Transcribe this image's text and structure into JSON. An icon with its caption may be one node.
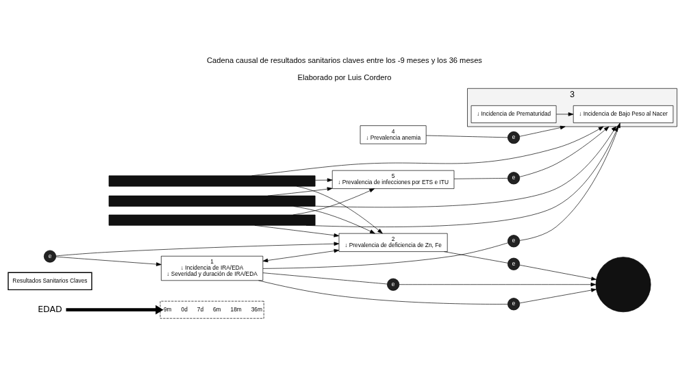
{
  "diagram": {
    "title": "Cadena causal de resultados sanitarios claves entre los -9 meses y los 36 meses",
    "caption": "Elaborado por Luis Cordero",
    "nodes": [
      {
        "text": [
          "EDAD"
        ]
      },
      {
        "text": [
          "-9m",
          "0d",
          "7d",
          "6m",
          "18m",
          "36m"
        ]
      },
      {
        "text": [
          "Resultados Sanitarios Claves"
        ]
      },
      {
        "text": [
          "4",
          "↓ Prevalencia anemia"
        ]
      },
      {
        "text": [
          "5",
          "↓ Prevalencia de infecciones por ETS e ITU"
        ]
      },
      {
        "text": [
          "3"
        ]
      },
      {
        "text": [
          "↓ Incidencia de Bajo Peso al Nacer"
        ],
        "in": 5
      },
      {
        "text": [
          "↓ Incidencia de Prematuridad"
        ],
        "in": 5
      },
      {
        "text": [
          "1",
          "↓ Incidencia de IRA/EDA",
          "↓ Severidad y duración de IRA/EDA"
        ]
      },
      {
        "text": [
          "2",
          "↓ Prevalencia de deficiencia de Zn, Fe"
        ]
      },
      {
        "text": [],
        "shape": "circle"
      },
      {
        "text": [
          "e"
        ]
      },
      {
        "text": [
          "e"
        ]
      },
      {
        "text": [
          "e"
        ]
      },
      {
        "text": [
          "e"
        ]
      },
      {
        "text": [
          "e"
        ]
      },
      {
        "text": [
          "e"
        ]
      },
      {
        "text": [
          "e"
        ]
      },
      {
        "text": [],
        "shape": "bar"
      },
      {
        "text": [],
        "shape": "bar"
      },
      {
        "text": [],
        "shape": "bar"
      }
    ],
    "edges": [
      {
        "from": 0,
        "to": 1,
        "arrow": "to",
        "style": "thick"
      },
      {
        "from": 3,
        "to": 11,
        "arrow": "none"
      },
      {
        "from": 11,
        "to": 5,
        "arrow": "to"
      },
      {
        "from": 4,
        "to": 12,
        "arrow": "none"
      },
      {
        "from": 12,
        "to": 5,
        "arrow": "to"
      },
      {
        "from": 8,
        "to": 13,
        "arrow": "none"
      },
      {
        "from": 13,
        "to": 6,
        "arrow": "to"
      },
      {
        "from": 7,
        "to": 6,
        "arrow": "to"
      },
      {
        "from": 8,
        "to": 9,
        "arrow": "both"
      },
      {
        "from": 14,
        "to": 8,
        "arrow": "to"
      },
      {
        "from": 14,
        "to": 9,
        "arrow": "to"
      },
      {
        "from": 8,
        "to": 15,
        "arrow": "none"
      },
      {
        "from": 15,
        "to": 10,
        "arrow": "to"
      },
      {
        "from": 8,
        "to": 16,
        "arrow": "none"
      },
      {
        "from": 16,
        "to": 10,
        "arrow": "to"
      },
      {
        "from": 9,
        "to": 17,
        "arrow": "none"
      },
      {
        "from": 17,
        "to": 10,
        "arrow": "to"
      },
      {
        "from": 18,
        "to": 4,
        "arrow": "to"
      },
      {
        "from": 18,
        "to": 5,
        "arrow": "to"
      },
      {
        "from": 18,
        "to": 9,
        "arrow": "to"
      },
      {
        "from": 19,
        "to": 4,
        "arrow": "to"
      },
      {
        "from": 19,
        "to": 5,
        "arrow": "to"
      },
      {
        "from": 19,
        "to": 9,
        "arrow": "to"
      },
      {
        "from": 20,
        "to": 4,
        "arrow": "to"
      },
      {
        "from": 20,
        "to": 5,
        "arrow": "to"
      },
      {
        "from": 20,
        "to": 9,
        "arrow": "to"
      }
    ]
  }
}
